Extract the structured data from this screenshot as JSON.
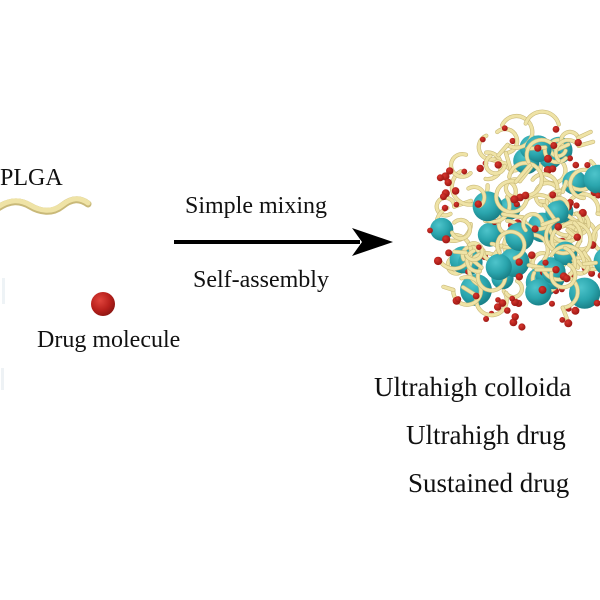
{
  "legend": {
    "polymer_label": "PLGA",
    "drug_label": "Drug molecule"
  },
  "process": {
    "above_arrow": "Simple mixing",
    "below_arrow": "Self-assembly"
  },
  "properties": [
    "Ultrahigh colloida",
    "Ultrahigh drug",
    "Sustained drug"
  ],
  "colors": {
    "polymer": "#efe3a6",
    "polymer_shadow": "#c9b979",
    "drug": "#b8201c",
    "carrier_sphere": "#2aa5ad",
    "arrow": "#000000",
    "text": "#111111"
  },
  "icons": {
    "polymer_chain": "wavy-strand-icon",
    "drug_molecule": "red-dot-icon",
    "arrow": "right-arrow-icon",
    "nanoparticle": "self-assembled-nanoparticle"
  }
}
